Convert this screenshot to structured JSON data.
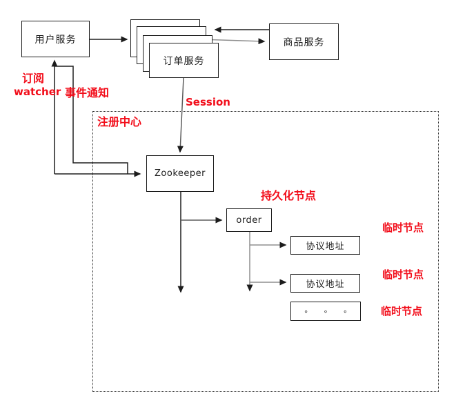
{
  "colors": {
    "label_red": "#f20d1a",
    "line_dark": "#1f1f1f",
    "line_mid": "#5c5c5c",
    "line_gray": "#8f8f8f",
    "box_border": "#1a1a1a"
  },
  "nodes": {
    "user_service": "用户服务",
    "order_service": "订单服务",
    "product_service": "商品服务",
    "zookeeper": "Zookeeper",
    "order_node": "order",
    "protocol_address_1": "协议地址",
    "protocol_address_2": "协议地址",
    "ellipsis_node": "∘ ∘ ∘"
  },
  "labels": {
    "subscribe": "订阅",
    "watcher": "watcher",
    "event_notification": "事件通知",
    "session": "Session",
    "registry_center": "注册中心",
    "persistent_node": "持久化节点",
    "ephemeral_node_1": "临时节点",
    "ephemeral_node_2": "临时节点",
    "ephemeral_node_3": "临时节点"
  }
}
